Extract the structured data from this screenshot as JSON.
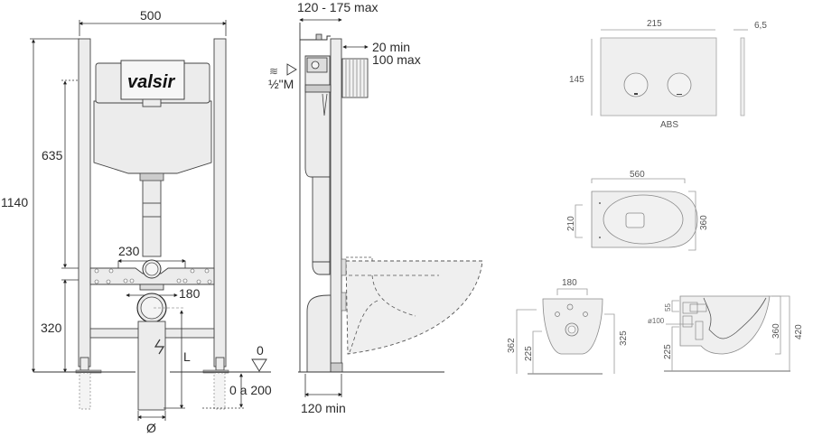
{
  "drawing": {
    "brand": "valsir",
    "front_view": {
      "width": "500",
      "total_height": "1140",
      "tank_height": "635",
      "drain_height": "320",
      "flush_pipe_spacing": "230",
      "drain_spacing": "180",
      "pipe_length_label": "L",
      "pipe_diameter_label": "Ø",
      "floor_level": "0",
      "floor_adjust": "0 a 200"
    },
    "side_view": {
      "depth_range": "120 - 175 max",
      "plug_min": "20 min",
      "plug_max": "100 max",
      "water_inlet": "½\"M",
      "min_depth": "120 min"
    },
    "flush_plate": {
      "width": "215",
      "height": "145",
      "thickness": "6,5",
      "material": "ABS"
    },
    "toilet_top_view": {
      "length": "560",
      "fixing_spacing": "210",
      "width": "360"
    },
    "toilet_front_view": {
      "fixing_spacing": "180",
      "total_height": "362",
      "outlet_height": "225",
      "rim_height": "325"
    },
    "toilet_side_view": {
      "top_offset": "55",
      "outlet_diameter": "ø100",
      "outlet_height": "225",
      "bowl_height": "360",
      "total_height": "420"
    }
  },
  "colors": {
    "line": "#444444",
    "fill": "#ececec",
    "dim_gray": "#9a9a9a"
  }
}
